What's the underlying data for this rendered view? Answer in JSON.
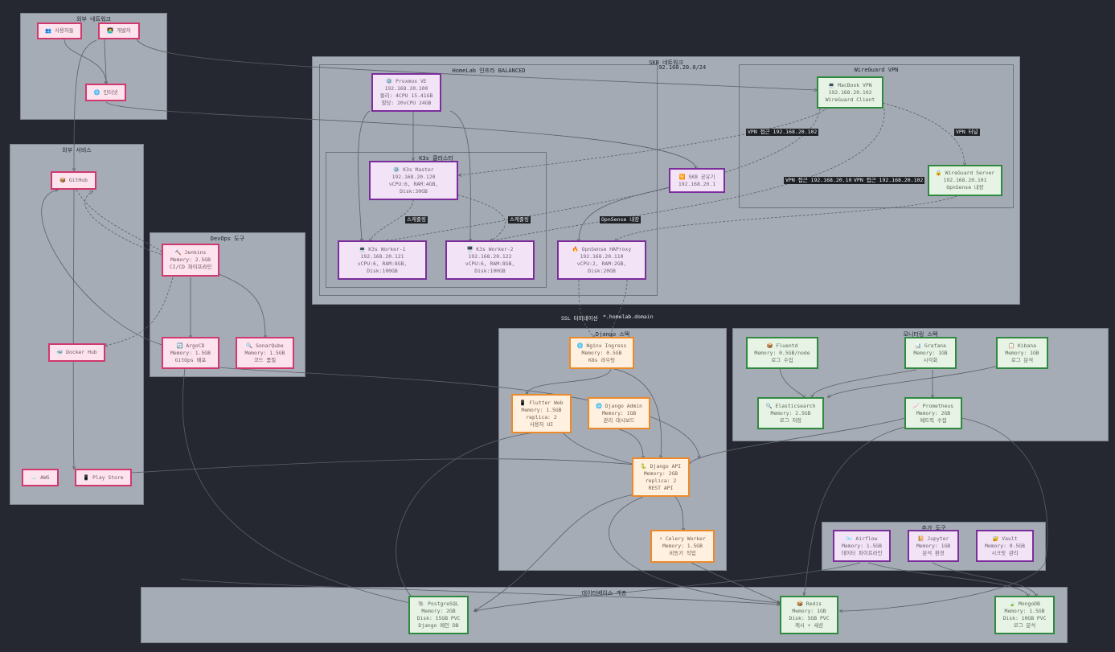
{
  "clusters": {
    "external": "외부 네트워크",
    "skb": "SKB 네트워크",
    "skb_subnet": "192.168.20.0/24",
    "homelab": "HomeLab 인프라 BALANCED",
    "k3s": "K3s 클러스터",
    "wireguard": "WireGuard VPN",
    "external_services": "외부 서비스",
    "devops": "DevOps 도구",
    "django": "Django 스택",
    "monitoring": "모니터링 스택",
    "extra": "추가 도구",
    "database": "데이터베이스 계층"
  },
  "nodes": {
    "users": [
      "👥 사용자들"
    ],
    "developer": [
      "🧑‍💻 개발자"
    ],
    "internet": [
      "🌐 인터넷"
    ],
    "proxmox": [
      "⚙️ Proxmox VE",
      "192.168.20.100",
      "물리: 4CPU 15.41GB",
      "할당: 20vCPU 24GB"
    ],
    "k3s_master": [
      "⚙️ K3s Master",
      "192.168.20.120",
      "vCPU:6, RAM:4GB,",
      "Disk:30GB"
    ],
    "worker1": [
      "💻 K3s Worker-1",
      "192.168.20.121",
      "vCPU:6, RAM:8GB,",
      "Disk:100GB"
    ],
    "worker2": [
      "🖥️ K3s Worker-2",
      "192.168.20.122",
      "vCPU:6, RAM:8GB,",
      "Disk:100GB"
    ],
    "skb_router": [
      "🛜 SKB 공유기",
      "192.168.20.1"
    ],
    "opnsense": [
      "🔥 OpnSense HAProxy",
      "192.168.20.110",
      "vCPU:2, RAM:2GB,",
      "Disk:20GB"
    ],
    "macbook": [
      "💻 MacBook VPN",
      "192.168.20.102",
      "WireGuard Client"
    ],
    "wg_server": [
      "🔒 WireGuard Server",
      "192.168.20.101",
      "OpnSense 내장"
    ],
    "github": [
      "📦 GitHub"
    ],
    "dockerhub": [
      "🐳 Docker Hub"
    ],
    "aws": [
      "☁️ AWS"
    ],
    "playstore": [
      "📱 Play Store"
    ],
    "jenkins": [
      "🔨 Jenkins",
      "Memory: 2.5GB",
      "CI/CD 파이프라인"
    ],
    "argocd": [
      "🔄 ArgoCD",
      "Memory: 1.5GB",
      "GitOps 배포"
    ],
    "sonarqube": [
      "🔍 SonarQube",
      "Memory: 1.5GB",
      "코드 품질"
    ],
    "nginx": [
      "🌐 Nginx Ingress",
      "Memory: 0.5GB",
      "K8s 라우팅"
    ],
    "flutter": [
      "📱 Flutter Web",
      "Memory: 1.5GB",
      "replica: 2",
      "사용자 UI"
    ],
    "django_admin": [
      "🌐 Django Admin",
      "Memory: 1GB",
      "관리 대시보드"
    ],
    "django_api": [
      "🐍 Django API",
      "Memory: 2GB",
      "replica: 2",
      "REST API"
    ],
    "celery": [
      "⚡ Celery Worker",
      "Memory: 1.5GB",
      "비동기 작업"
    ],
    "fluentd": [
      "📦 Fluentd",
      "Memory: 0.5GB/node",
      "로그 수집"
    ],
    "grafana": [
      "📊 Grafana",
      "Memory: 1GB",
      "시각화"
    ],
    "kibana": [
      "📋 Kibana",
      "Memory: 1GB",
      "로그 분석"
    ],
    "elasticsearch": [
      "🔍 Elasticsearch",
      "Memory: 2.5GB",
      "로그 저장"
    ],
    "prometheus": [
      "📈 Prometheus",
      "Memory: 2GB",
      "메트릭 수집"
    ],
    "airflow": [
      "🌬️ Airflow",
      "Memory: 1.5GB",
      "데이터 파이프라인"
    ],
    "jupyter": [
      "📔 Jupyter",
      "Memory: 1GB",
      "분석 환경"
    ],
    "vault": [
      "🔐 Vault",
      "Memory: 0.5GB",
      "시크릿 관리"
    ],
    "postgres": [
      "🐘 PostgreSQL",
      "Memory: 2GB",
      "Disk: 15GB PVC",
      "Django 메인 DB"
    ],
    "redis": [
      "📦 Redis",
      "Memory: 1GB",
      "Disk: 5GB PVC",
      "캐시 + 세션"
    ],
    "mongodb": [
      "🍃 MongoDB",
      "Memory: 1.5GB",
      "Disk: 10GB PVC",
      "로그 분석"
    ]
  },
  "edge_labels": {
    "vpn_access_1": "VPN 접근 192.168.20.102",
    "vpn_access_2": "VPN 접근 192.168.20.102",
    "vpn_access_3": "VPN 접근 192.168.20.102",
    "vpn_tunnel": "VPN 터널",
    "scheduling_1": "스케줄링",
    "scheduling_2": "스케줄링",
    "opnsense_builtin": "OpnSense 내장",
    "ssl_termination": "SSL 터미네이션",
    "domain": "*.homelab.domain"
  },
  "colors": {
    "background": "#252830",
    "cluster_fill": "#a5acb6",
    "pink_border": "#d0386e",
    "purple_border": "#7b2e9b",
    "green_border": "#2f8a3f",
    "orange_border": "#ec8a2a"
  }
}
